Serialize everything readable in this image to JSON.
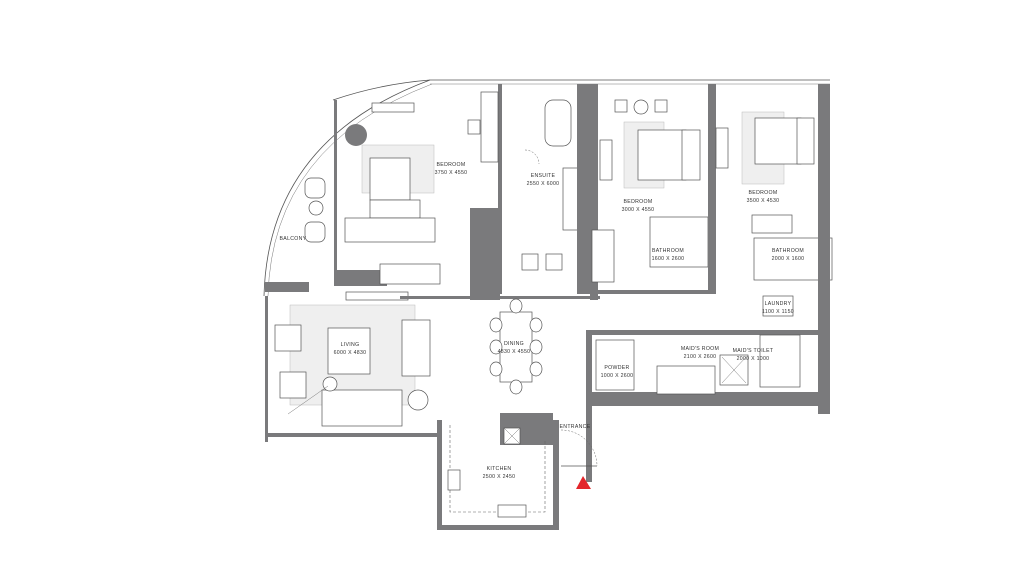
{
  "floorplan": {
    "rooms": [
      {
        "id": "balcony",
        "name": "BALCONY",
        "size": ""
      },
      {
        "id": "master-bedroom",
        "name": "BEDROOM",
        "size": "3750 X 4550"
      },
      {
        "id": "ensuite",
        "name": "ENSUITE",
        "size": "2550 X 6000"
      },
      {
        "id": "bedroom-2",
        "name": "BEDROOM",
        "size": "3000 X 4550"
      },
      {
        "id": "bathroom-2",
        "name": "BATHROOM",
        "size": "1600 X 2600"
      },
      {
        "id": "bedroom-3",
        "name": "BEDROOM",
        "size": "3500 X 4530"
      },
      {
        "id": "bathroom-3",
        "name": "BATHROOM",
        "size": "2000 X 1600"
      },
      {
        "id": "laundry",
        "name": "LAUNDRY",
        "size": "1100 X 1150"
      },
      {
        "id": "living",
        "name": "LIVING",
        "size": "6000 X 4830"
      },
      {
        "id": "dining",
        "name": "DINING",
        "size": "4830 X 4550"
      },
      {
        "id": "powder",
        "name": "POWDER",
        "size": "1000 X 2600"
      },
      {
        "id": "maids-room",
        "name": "MAID'S ROOM",
        "size": "2100 X 2600"
      },
      {
        "id": "maids-toilet",
        "name": "MAID'S TOILET",
        "size": "2000 X 1000"
      },
      {
        "id": "kitchen",
        "name": "KITCHEN",
        "size": "2500 X 2450"
      },
      {
        "id": "entrance",
        "name": "ENTRANCE",
        "size": ""
      }
    ],
    "entrance_marker_color": "#e3262b",
    "wall_color": "#7a7a7c"
  }
}
